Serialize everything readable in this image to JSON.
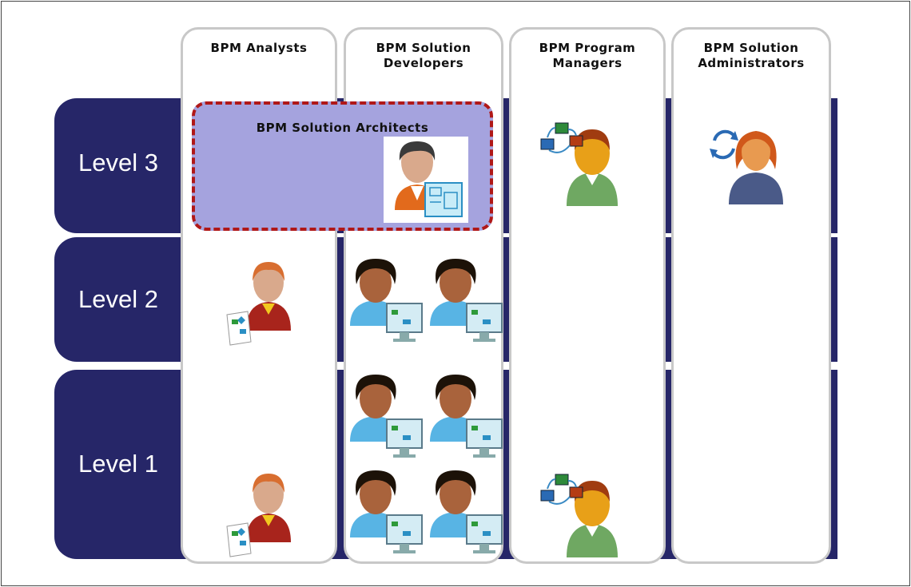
{
  "levels": [
    {
      "label": "Level 3"
    },
    {
      "label": "Level 2"
    },
    {
      "label": "Level 1"
    }
  ],
  "columns": [
    {
      "title": "BPM Analysts"
    },
    {
      "title": "BPM Solution\nDevelopers"
    },
    {
      "title": "BPM Program\nManagers"
    },
    {
      "title": "BPM Solution\nAdministrators"
    }
  ],
  "architect_box": {
    "title": "BPM Solution Architects"
  },
  "colors": {
    "band": "#262668",
    "column_border": "#c8c8c8",
    "architect_fill": "#a5a3de",
    "architect_border": "#b01818"
  },
  "icons": {
    "analyst": "analyst-person-icon",
    "developer": "developer-person-icon",
    "program_manager": "program-manager-person-icon",
    "administrator": "administrator-person-icon",
    "architect": "architect-person-icon"
  }
}
